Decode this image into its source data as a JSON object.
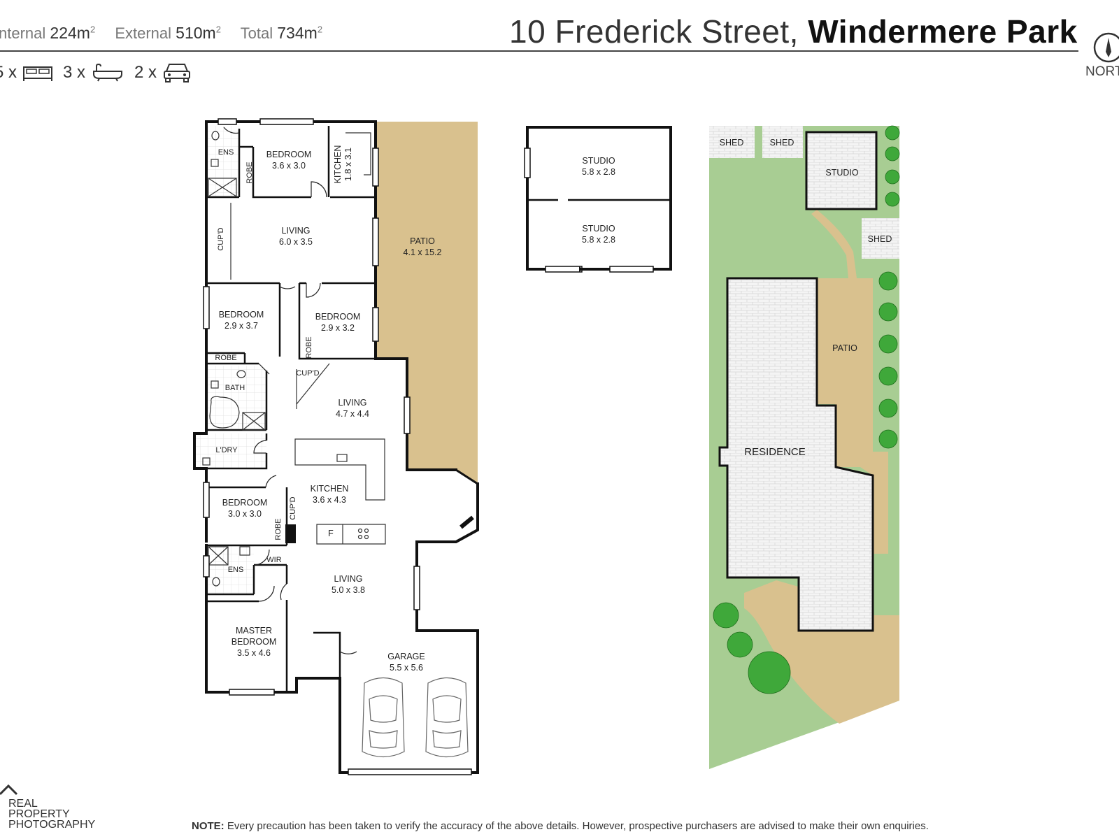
{
  "header": {
    "internal_label": "nternal",
    "internal_value": "224m",
    "external_label": "External",
    "external_value": "510m",
    "total_label": "Total",
    "total_value": "734m",
    "sup": "2",
    "address_street": "10 Frederick Street,",
    "address_suburb": "Windermere Park"
  },
  "counts": {
    "bedrooms": "5 x",
    "bathrooms": "3 x",
    "cars": "2 x"
  },
  "compass": {
    "label": "NORT"
  },
  "rooms": {
    "ens1": "ENS",
    "robe1": "ROBE",
    "bedroom1": "BEDROOM",
    "bedroom1_dim": "3.6 x 3.0",
    "kitchen1": "KITCHEN",
    "kitchen1_dim": "1.8 x 3.1",
    "cupd1": "CUP'D",
    "living1": "LIVING",
    "living1_dim": "6.0 x 3.5",
    "patio": "PATIO",
    "patio_dim": "4.1 x 15.2",
    "bedroom2": "BEDROOM",
    "bedroom2_dim": "2.9 x 3.7",
    "bedroom3": "BEDROOM",
    "bedroom3_dim": "2.9 x 3.2",
    "robe2": "ROBE",
    "robe3": "ROBE",
    "cupd2": "CUP'D",
    "bath": "BATH",
    "living2": "LIVING",
    "living2_dim": "4.7 x 4.4",
    "ldry": "L'DRY",
    "kitchen2": "KITCHEN",
    "kitchen2_dim": "3.6 x 4.3",
    "bedroom4": "BEDROOM",
    "bedroom4_dim": "3.0 x 3.0",
    "cupd3": "CUP'D",
    "robe4": "ROBE",
    "fridge": "F",
    "wir": "WIR",
    "ens2": "ENS",
    "living3": "LIVING",
    "living3_dim": "5.0 x 3.8",
    "master": "MASTER",
    "master2": "BEDROOM",
    "master_dim": "3.5 x 4.6",
    "garage": "GARAGE",
    "garage_dim": "5.5 x 5.6"
  },
  "studio_plan": {
    "studio1": "STUDIO",
    "studio1_dim": "5.8 x 2.8",
    "studio2": "STUDIO",
    "studio2_dim": "5.8 x 2.8"
  },
  "site_plan": {
    "shed1": "SHED",
    "shed2": "SHED",
    "studio": "STUDIO",
    "shed3": "SHED",
    "patio": "PATIO",
    "residence": "RESIDENCE"
  },
  "footer": {
    "brand_line1": "REAL",
    "brand_line2": "PROPERTY",
    "brand_line3": "PHOTOGRAPHY",
    "note_label": "NOTE:",
    "note_text": " Every precaution has been taken to verify the accuracy of the above details. However, prospective purchasers are advised to make their own enquiries."
  },
  "colors": {
    "patio": "#d9c18e",
    "lawn": "#a8cd93",
    "paving": "#f4f4f4",
    "walls": "#111111",
    "tree": "#3fa83a"
  }
}
